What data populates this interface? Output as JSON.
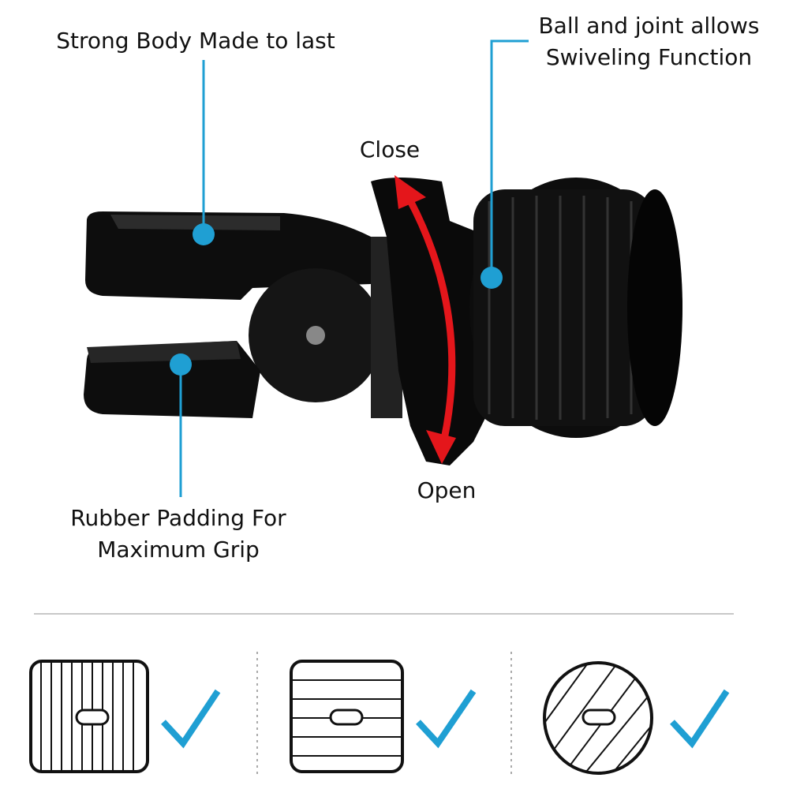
{
  "callouts": {
    "body": "Strong Body Made to last",
    "joint_line1": "Ball and joint allows",
    "joint_line2": "Swiveling Function",
    "close": "Close",
    "open": "Open",
    "padding_line1": "Rubber Padding For",
    "padding_line2": "Maximum Grip"
  },
  "compatibility": [
    {
      "shape": "vertical-vent",
      "status": "check-icon"
    },
    {
      "shape": "horizontal-vent",
      "status": "check-icon"
    },
    {
      "shape": "round-vent",
      "status": "check-icon"
    }
  ],
  "colors": {
    "accent": "#1f9fd3",
    "arrow": "#e4161b",
    "product": "#0c0c0c"
  }
}
